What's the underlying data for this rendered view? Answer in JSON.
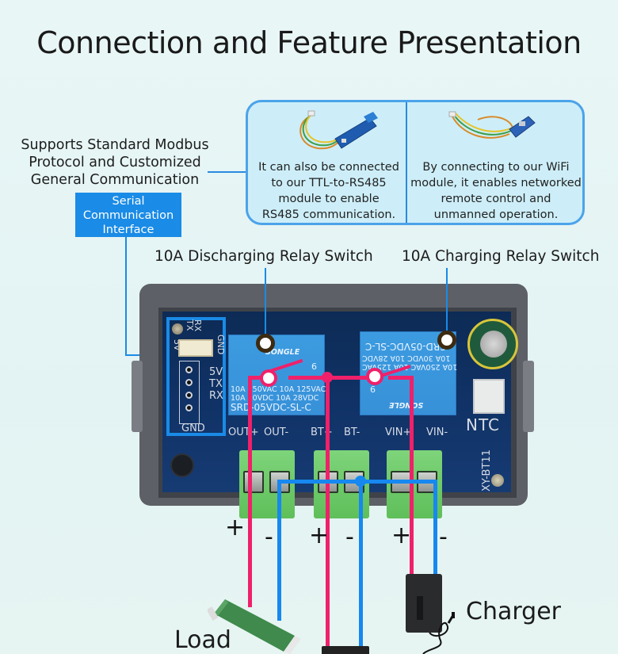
{
  "title": "Connection and Feature Presentation",
  "modbus_caption": [
    "Supports Standard Modbus",
    "Protocol and Customized",
    "General Communication"
  ],
  "serial_box": [
    "Serial",
    "Communication",
    "Interface"
  ],
  "callouts": {
    "rs485": {
      "icon": "rs485-module-icon",
      "lines": [
        "It can also be connected",
        "to our TTL-to-RS485",
        "module to enable",
        "RS485 communication."
      ]
    },
    "wifi": {
      "icon": "wifi-module-icon",
      "lines": [
        "By connecting to our WiFi",
        "module, it enables networked",
        "remote control and",
        "unmanned operation."
      ]
    }
  },
  "relay_labels": {
    "discharging": "10A Discharging Relay Switch",
    "charging": "10A Charging Relay Switch"
  },
  "pcb": {
    "serial_header_top": [
      "RX",
      "TX",
      "5V",
      "GND"
    ],
    "serial_header_side": [
      "5V",
      "TX",
      "RX"
    ],
    "serial_gnd": "GND",
    "relay_left": {
      "brand": "SONGLE",
      "rating1": "10A 250VAC  10A 125VAC",
      "rating2": "10A 30VDC  10A 28VDC",
      "model": "SRD-05VDC-SL-C",
      "pin": "6"
    },
    "relay_right": {
      "brand": "SONGLE",
      "rating1": "10A 250VAC  10A 125VAC",
      "rating2": "10A 30VDC  10A 28VDC",
      "model": "SRD-05VDC-SL-C",
      "pin": "9"
    },
    "terminal_labels": [
      "OUT+",
      "OUT-",
      "BT+",
      "BT-",
      "VIN+",
      "VIN-"
    ],
    "ntc": "NTC",
    "board_model": "XY-BT11"
  },
  "polarity": [
    "+",
    "-",
    "+",
    "-",
    "+",
    "-"
  ],
  "devices": {
    "load": "Load",
    "charger": "Charger"
  },
  "colors": {
    "positive_wire": "#f0206a",
    "negative_wire": "#1688f0",
    "accent_blue": "#1a8be6",
    "callout_border": "#4ba3ea",
    "callout_fill": "#cdeef8"
  }
}
